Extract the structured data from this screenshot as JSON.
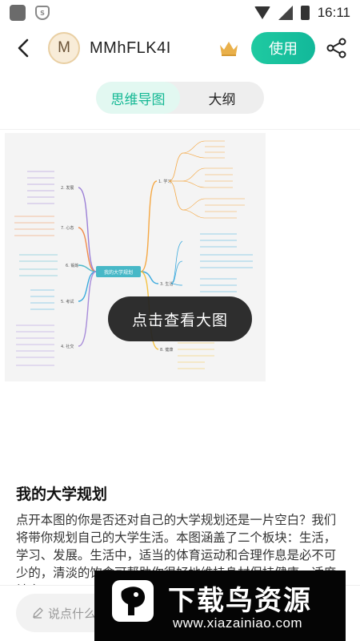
{
  "status_bar": {
    "time": "16:11",
    "shield_label": "S"
  },
  "header": {
    "avatar_letter": "M",
    "username": "MMhFLK4I",
    "use_label": "使用"
  },
  "tabs": [
    {
      "label": "思维导图",
      "active": true
    },
    {
      "label": "大纲",
      "active": false
    }
  ],
  "mindmap": {
    "root": "我的大学规划",
    "branches": [
      {
        "label": "1. 学习",
        "color": "#f5a742"
      },
      {
        "label": "2. 发展",
        "color": "#9b7fd6"
      },
      {
        "label": "3. 生活",
        "color": "#3aa9dd"
      },
      {
        "label": "4. 社交",
        "color": "#a78bd9"
      },
      {
        "label": "5. 考试",
        "color": "#3aa9dd"
      },
      {
        "label": "6. 锻炼",
        "color": "#4fb8c9"
      },
      {
        "label": "7. 心态",
        "color": "#f08a4b"
      },
      {
        "label": "8. 健康",
        "color": "#f5c242"
      }
    ]
  },
  "overlay": {
    "view_large": "点击查看大图"
  },
  "content": {
    "title": "我的大学规划",
    "description": "点开本图的你是否还对自己的大学规划还是一片空白？我们将带你规划自己的大学生活。本图涵盖了二个板块：生活，学习、发展。生活中，适当的体育运动和合理作息是必不可少的，清淡的饮食可帮助你很好地维持身材保持健康，适度社交..."
  },
  "bottom": {
    "comment_placeholder": "说点什么"
  },
  "watermark": {
    "title": "下载鸟资源",
    "url": "www.xiazainiao.com"
  },
  "colors": {
    "accent": "#14b894",
    "button": "#1fcaa1"
  }
}
